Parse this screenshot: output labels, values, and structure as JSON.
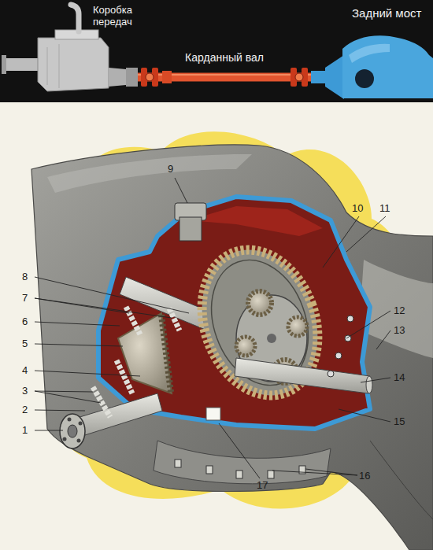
{
  "diagram": {
    "nodes": [
      {
        "text": [
          "Коробка передач"
        ]
      },
      {
        "text": [
          "Задний мост"
        ]
      }
    ],
    "edges": [
      {
        "from": 0,
        "to": 1,
        "arrow": "none",
        "label": "Карданный вал"
      }
    ],
    "labels": [
      "1",
      "2",
      "3",
      "4",
      "5",
      "6",
      "7",
      "8",
      "9",
      "10",
      "11",
      "12",
      "13",
      "14",
      "15",
      "16",
      "17"
    ]
  }
}
